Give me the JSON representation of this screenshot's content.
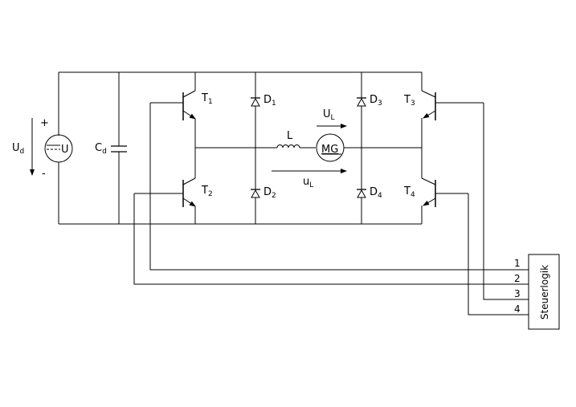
{
  "source": {
    "plus": "+",
    "minus": "-",
    "voltage_main": "U",
    "voltage_sub": "d",
    "symbol": "U"
  },
  "capacitor": {
    "main": "C",
    "sub": "d"
  },
  "transistors": [
    {
      "main": "T",
      "sub": "1"
    },
    {
      "main": "T",
      "sub": "2"
    },
    {
      "main": "T",
      "sub": "3"
    },
    {
      "main": "T",
      "sub": "4"
    }
  ],
  "diodes": [
    {
      "main": "D",
      "sub": "1"
    },
    {
      "main": "D",
      "sub": "2"
    },
    {
      "main": "D",
      "sub": "3"
    },
    {
      "main": "D",
      "sub": "4"
    }
  ],
  "inductor": {
    "label": "L"
  },
  "motor": {
    "label": "MG"
  },
  "voltage_arrow": {
    "main": "U",
    "sub": "L"
  },
  "current_arrow": {
    "main": "u",
    "sub": "L"
  },
  "controller": {
    "label": "Steuerlogik",
    "pins": [
      "1",
      "2",
      "3",
      "4"
    ]
  }
}
